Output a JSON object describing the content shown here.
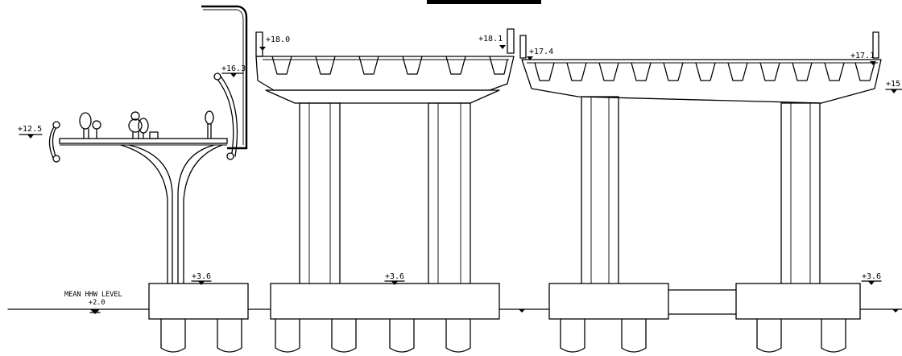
{
  "elevations": {
    "left_deck": "+12.5",
    "canopy": "+16.3",
    "deck1_left": "+18.0",
    "deck1_right": "+18.1",
    "deck2_left": "+17.4",
    "deck2_right": "+17.1",
    "edge_right": "+15",
    "pilecap_1": "+3.6",
    "pilecap_2": "+3.6",
    "pilecap_3": "+3.6"
  },
  "water": {
    "label": "MEAN HHW LEVEL",
    "level": "+2.0"
  }
}
